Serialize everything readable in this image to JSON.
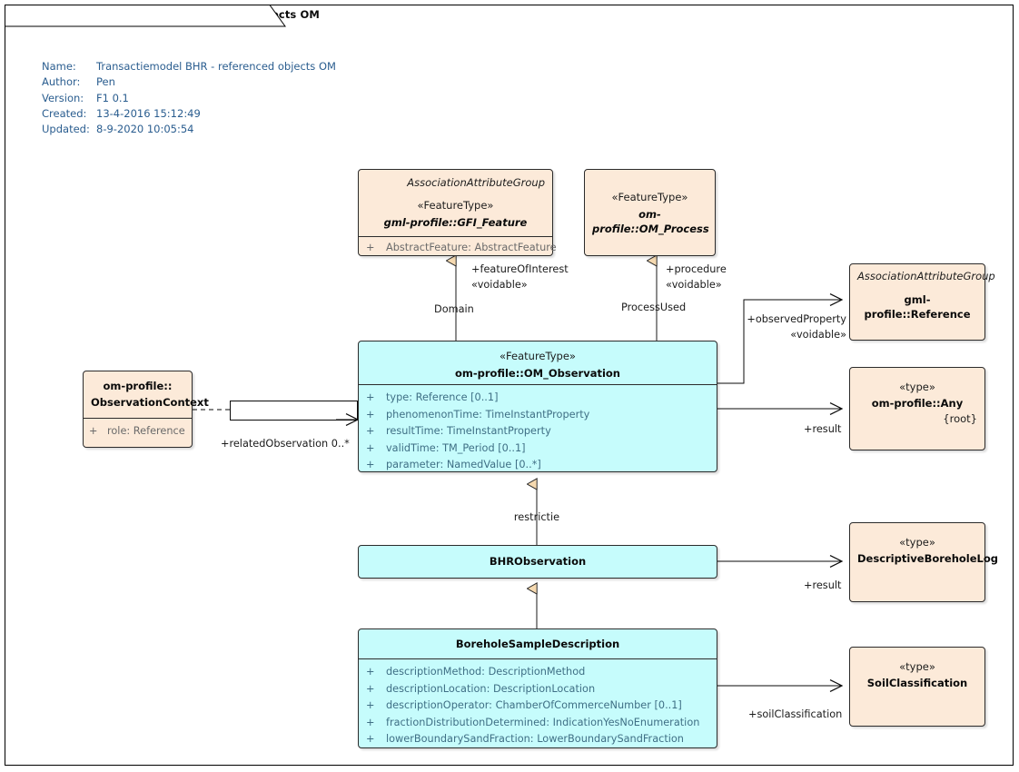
{
  "diagram": {
    "tab_title": "class Transactiemodel BHR - referenced objects OM",
    "metadata": [
      {
        "key": "Name:",
        "value": "Transactiemodel BHR - referenced objects OM"
      },
      {
        "key": "Author:",
        "value": "Pen"
      },
      {
        "key": "Version:",
        "value": "F1 0.1"
      },
      {
        "key": "Created:",
        "value": "13-4-2016 15:12:49"
      },
      {
        "key": "Updated:",
        "value": "8-9-2020 10:05:54"
      }
    ],
    "colors": {
      "peach_fill": "#fcead9",
      "cyan_fill": "#c6fcfc",
      "border": "#2b2b2b",
      "meta_text": "#2a5d8f",
      "attr_text": "#3f6f85",
      "generalization_arrow": "#f5d9b0"
    }
  },
  "nodes": {
    "gfi_feature": {
      "group_label": "AssociationAttributeGroup",
      "stereotype": "«FeatureType»",
      "name": "gml-profile::GFI_Feature",
      "attributes": [
        {
          "visibility": "+",
          "text": "AbstractFeature: AbstractFeature"
        }
      ]
    },
    "om_process": {
      "stereotype": "«FeatureType»",
      "name": "om-profile::OM_Process"
    },
    "reference": {
      "group_label": "AssociationAttributeGroup",
      "name": "gml-profile::Reference"
    },
    "any": {
      "stereotype": "«type»",
      "name": "om-profile::Any",
      "constraint": "{root}"
    },
    "om_observation": {
      "stereotype": "«FeatureType»",
      "name": "om-profile::OM_Observation",
      "attributes": [
        {
          "visibility": "+",
          "text": "type: Reference [0..1]"
        },
        {
          "visibility": "+",
          "text": "phenomenonTime: TimeInstantProperty"
        },
        {
          "visibility": "+",
          "text": "resultTime: TimeInstantProperty"
        },
        {
          "visibility": "+",
          "text": "validTime: TM_Period [0..1]"
        },
        {
          "visibility": "+",
          "text": "parameter: NamedValue [0..*]"
        }
      ]
    },
    "observation_context": {
      "name_line1": "om-profile::",
      "name_line2": "ObservationContext",
      "attributes": [
        {
          "visibility": "+",
          "text": "role: Reference"
        }
      ]
    },
    "bhr_observation": {
      "name": "BHRObservation"
    },
    "descriptive_borehole_log": {
      "stereotype": "«type»",
      "name": "DescriptiveBoreholeLog"
    },
    "borehole_sample_description": {
      "name": "BoreholeSampleDescription",
      "attributes": [
        {
          "visibility": "+",
          "text": "descriptionMethod: DescriptionMethod"
        },
        {
          "visibility": "+",
          "text": "descriptionLocation: DescriptionLocation"
        },
        {
          "visibility": "+",
          "text": "descriptionOperator: ChamberOfCommerceNumber [0..1]"
        },
        {
          "visibility": "+",
          "text": "fractionDistributionDetermined: IndicationYesNoEnumeration"
        },
        {
          "visibility": "+",
          "text": "lowerBoundarySandFraction: LowerBoundarySandFraction"
        }
      ]
    },
    "soil_classification": {
      "stereotype": "«type»",
      "name": "SoilClassification"
    }
  },
  "connectors": {
    "feature_of_interest": {
      "role": "+featureOfInterest",
      "stereotype": "«voidable»",
      "source_role": "Domain"
    },
    "procedure": {
      "role": "+procedure",
      "stereotype": "«voidable»",
      "source_role": "ProcessUsed"
    },
    "observed_property": {
      "role": "+observedProperty",
      "stereotype": "«voidable»"
    },
    "result_any": {
      "role": "+result"
    },
    "related_observation": {
      "role": "+relatedObservation 0..*"
    },
    "restrictie": {
      "role": "restrictie"
    },
    "result_log": {
      "role": "+result"
    },
    "soil_classification": {
      "role": "+soilClassification"
    }
  }
}
